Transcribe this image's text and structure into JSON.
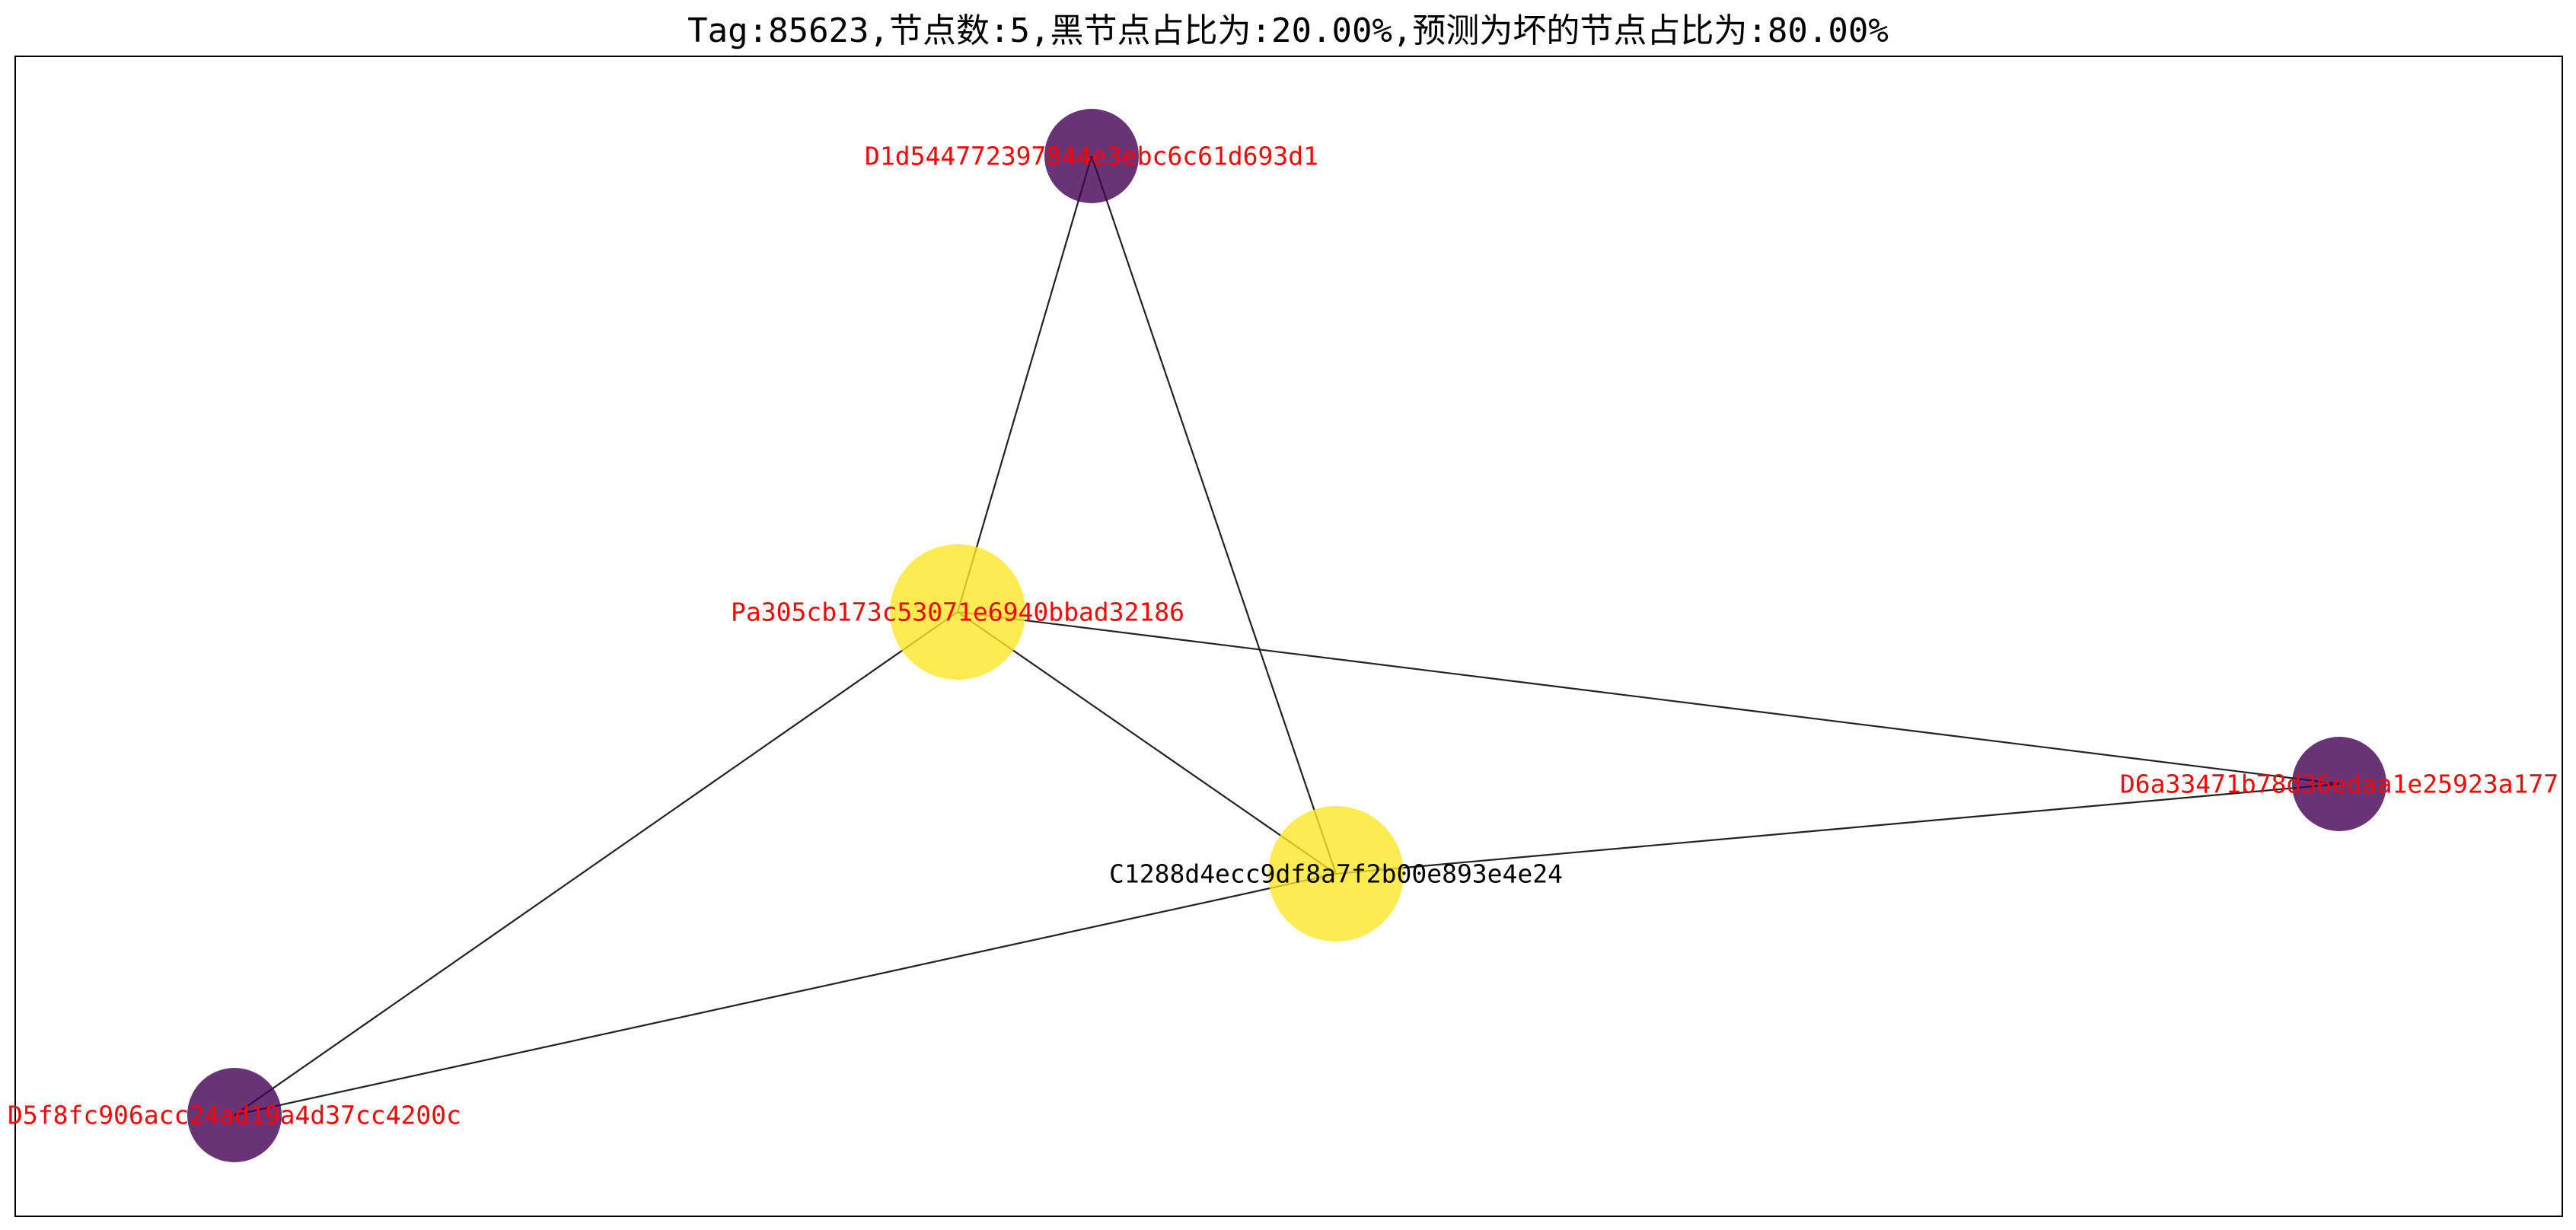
{
  "title": "Tag:85623,节点数:5,黑节点占比为:20.00%,预测为坏的节点占比为:80.00%",
  "colors": {
    "dark_node": "#440154",
    "light_node": "#fde725",
    "red_label": "#ff0000",
    "black_label": "#000000",
    "edge": "#222222",
    "frame": "#000000"
  },
  "graph": {
    "nodes": [
      {
        "id": "D1d544772397844e3ebc6c61d693d1",
        "label": "D1d544772397844e3ebc6c61d693d1",
        "group": "dark",
        "label_color": "red"
      },
      {
        "id": "Pa305cb173c53071e6940bbad32186",
        "label": "Pa305cb173c53071e6940bbad32186",
        "group": "light",
        "label_color": "red"
      },
      {
        "id": "D6a33471b78d36edaa1e25923a177",
        "label": "D6a33471b78d36edaa1e25923a177",
        "group": "dark",
        "label_color": "red"
      },
      {
        "id": "C1288d4ecc9df8a7f2b00e893e4e24",
        "label": "C1288d4ecc9df8a7f2b00e893e4e24",
        "group": "light",
        "label_color": "black"
      },
      {
        "id": "D5f8fc906acc24ad19a4d37cc4200c",
        "label": "D5f8fc906acc24ad19a4d37cc4200c",
        "group": "dark",
        "label_color": "red"
      }
    ],
    "edges": [
      [
        "D1d544772397844e3ebc6c61d693d1",
        "Pa305cb173c53071e6940bbad32186"
      ],
      [
        "D1d544772397844e3ebc6c61d693d1",
        "C1288d4ecc9df8a7f2b00e893e4e24"
      ],
      [
        "Pa305cb173c53071e6940bbad32186",
        "D6a33471b78d36edaa1e25923a177"
      ],
      [
        "Pa305cb173c53071e6940bbad32186",
        "C1288d4ecc9df8a7f2b00e893e4e24"
      ],
      [
        "Pa305cb173c53071e6940bbad32186",
        "D5f8fc906acc24ad19a4d37cc4200c"
      ],
      [
        "C1288d4ecc9df8a7f2b00e893e4e24",
        "D6a33471b78d36edaa1e25923a177"
      ],
      [
        "C1288d4ecc9df8a7f2b00e893e4e24",
        "D5f8fc906acc24ad19a4d37cc4200c"
      ]
    ]
  }
}
